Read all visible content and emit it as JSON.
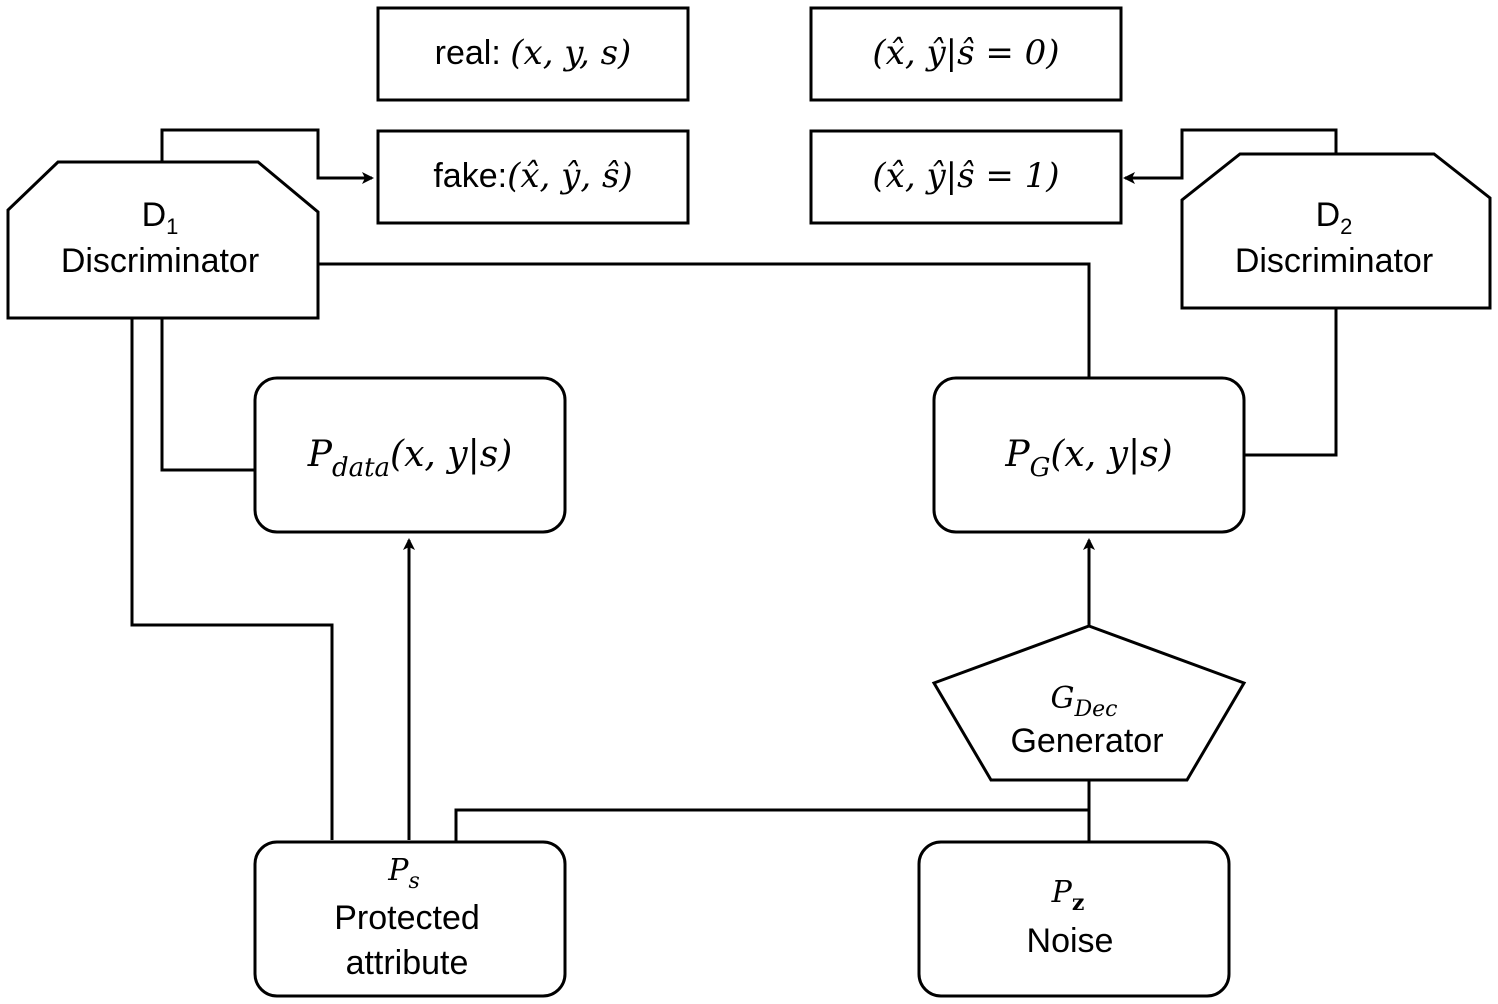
{
  "legend": {
    "real": {
      "prefix": "real: ",
      "tuple": "(x, y, s)"
    },
    "fake": {
      "prefix": "fake:",
      "tuple": "(x̂, ŷ, ŝ)"
    },
    "cond0": "(x̂, ŷ|ŝ = 0)",
    "cond1": "(x̂, ŷ|ŝ = 1)"
  },
  "d1": {
    "symbol": "D",
    "subscript": "1",
    "label": "Discriminator"
  },
  "d2": {
    "symbol": "D",
    "subscript": "2",
    "label": "Discriminator"
  },
  "p_data": {
    "symbol": "P",
    "subscript": "data",
    "args": "(x, y|s)"
  },
  "p_g": {
    "symbol": "P",
    "subscript": "G",
    "args": "(x, y|s)"
  },
  "generator": {
    "symbol": "G",
    "subscript": "Dec",
    "label": "Generator"
  },
  "p_s": {
    "symbol": "P",
    "subscript": "s",
    "label_line1": "Protected",
    "label_line2": "attribute"
  },
  "p_z": {
    "symbol": "P",
    "subscript": "z",
    "label": "Noise"
  }
}
